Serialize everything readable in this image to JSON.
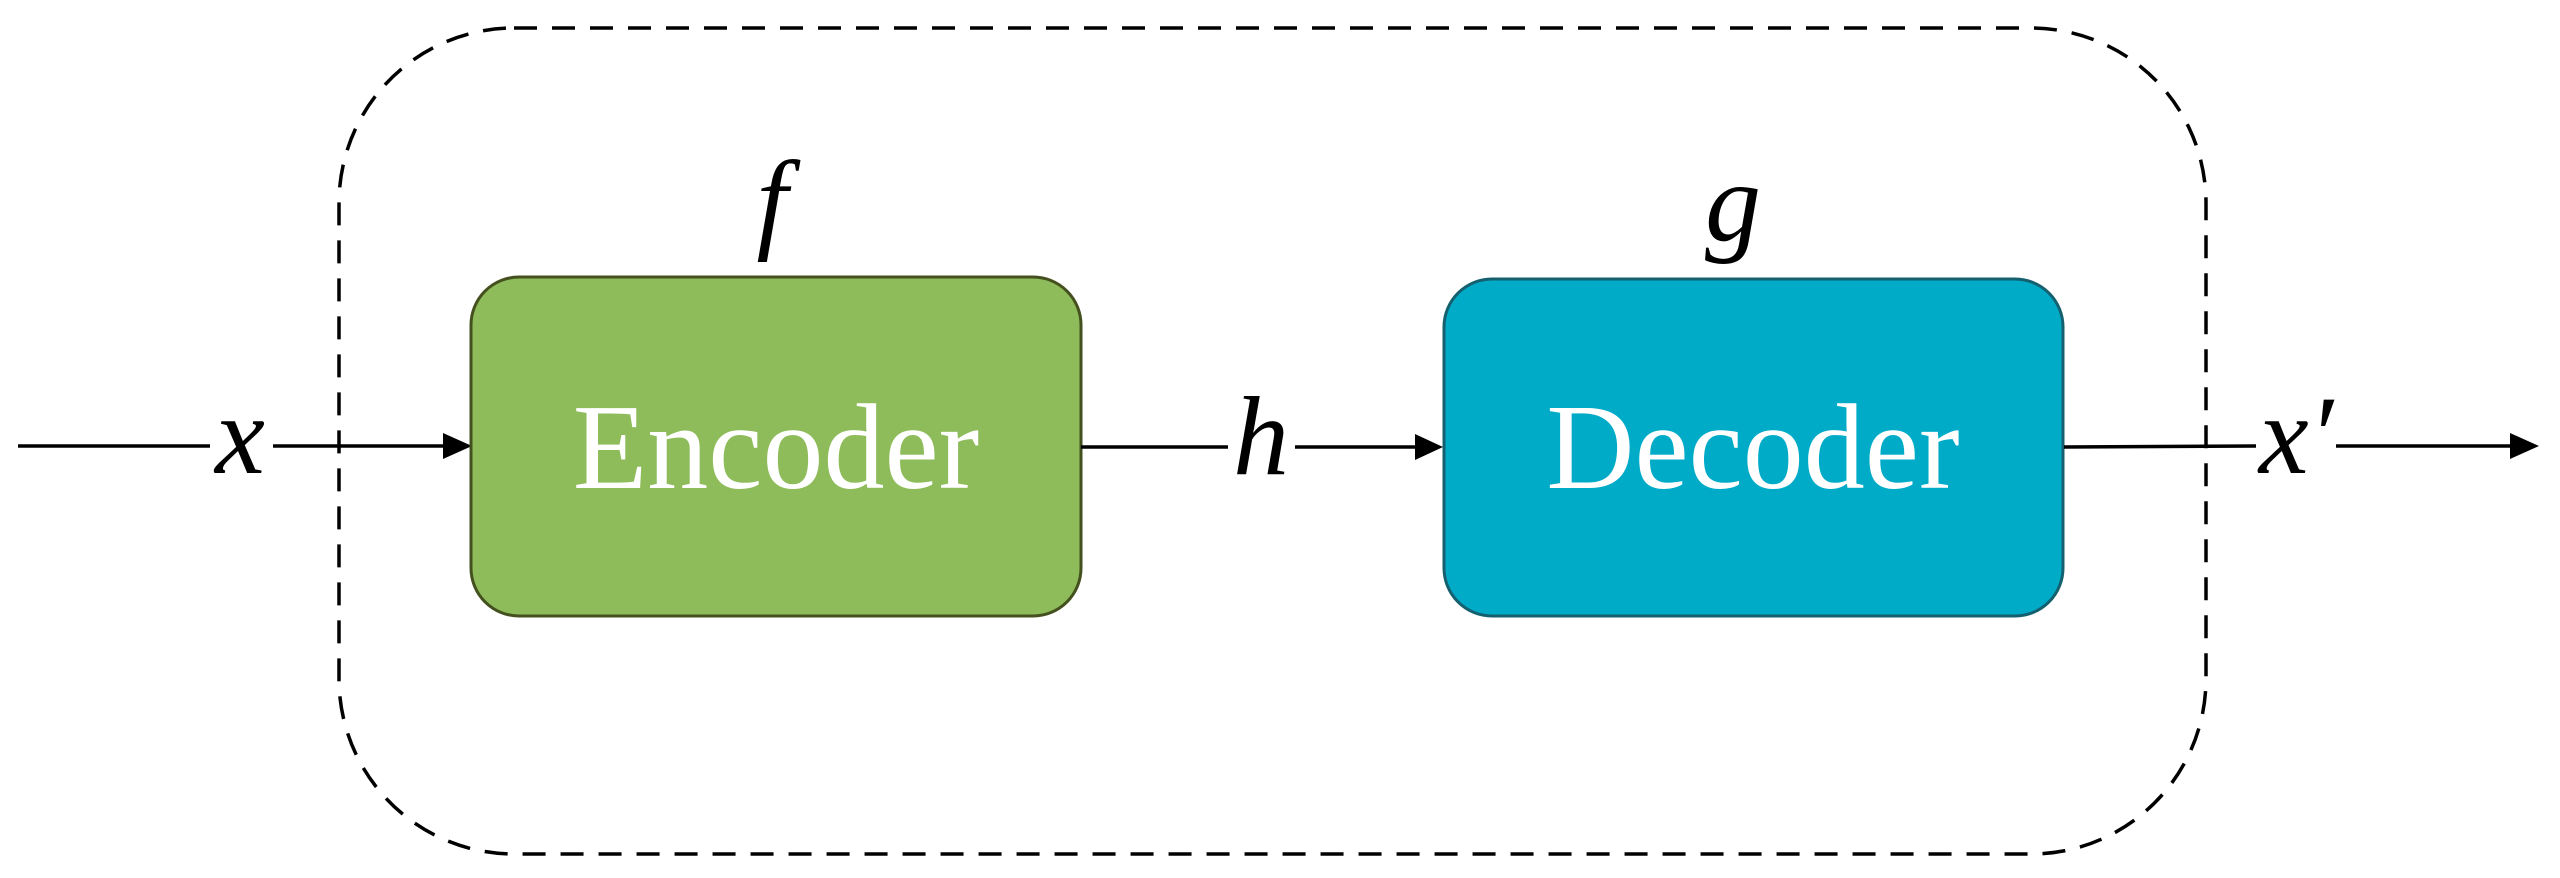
{
  "diagram": {
    "labels": {
      "input": "x",
      "code": "h",
      "output": "x′",
      "encoder_function": "f",
      "decoder_function": "g"
    },
    "blocks": {
      "encoder": {
        "label": "Encoder",
        "fill": "#8EBC5A",
        "border": "#44511F",
        "text_color": "#FFFFFF"
      },
      "decoder": {
        "label": "Decoder",
        "fill": "#00ABC8",
        "border": "#14606F",
        "text_color": "#FFFFFF"
      }
    },
    "colors": {
      "line": "#000000",
      "boundary": "#000000",
      "background": "#FFFFFF"
    }
  }
}
